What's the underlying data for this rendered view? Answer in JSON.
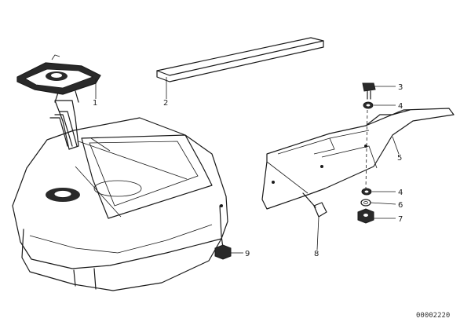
{
  "document_id": "00002220",
  "callouts": {
    "fuel_tank": "1",
    "rubber_strip": "2",
    "hex_bolt": "3",
    "washer_upper": "4",
    "tank_bracket": "5",
    "washer_lower": "4",
    "spring_washer": "6",
    "hex_nut": "7",
    "bracket_bolt": "8",
    "tank_bolt": "9"
  }
}
